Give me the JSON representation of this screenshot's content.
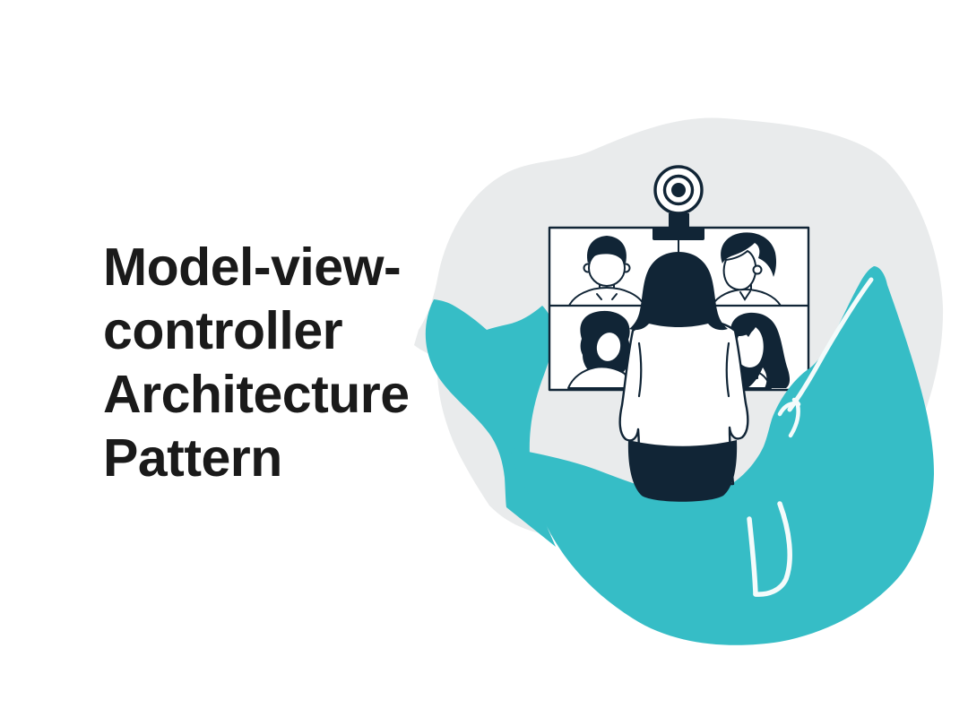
{
  "page": {
    "background": "#ffffff"
  },
  "title": {
    "text": "Model-view-controller Architecture Pattern",
    "lines": [
      "Model-view-",
      "controller",
      "Architecture",
      "Pattern"
    ],
    "color": "#1a1a1a"
  },
  "illustration": {
    "name": "video-conference-on-whale-illustration",
    "alt": "Woman with dark bob hair seen from behind, sitting in front of a video call screen with four participants and a webcam on top, framed by a teal whale shape over a light gray blob",
    "participants_count": 4,
    "colors": {
      "teal": "#36bdc6",
      "navy": "#112536",
      "gray_blob": "#e9ebec",
      "screen_white": "#ffffff",
      "accent_line": "#f4fbfb",
      "ink": "#1a1a1a"
    }
  }
}
